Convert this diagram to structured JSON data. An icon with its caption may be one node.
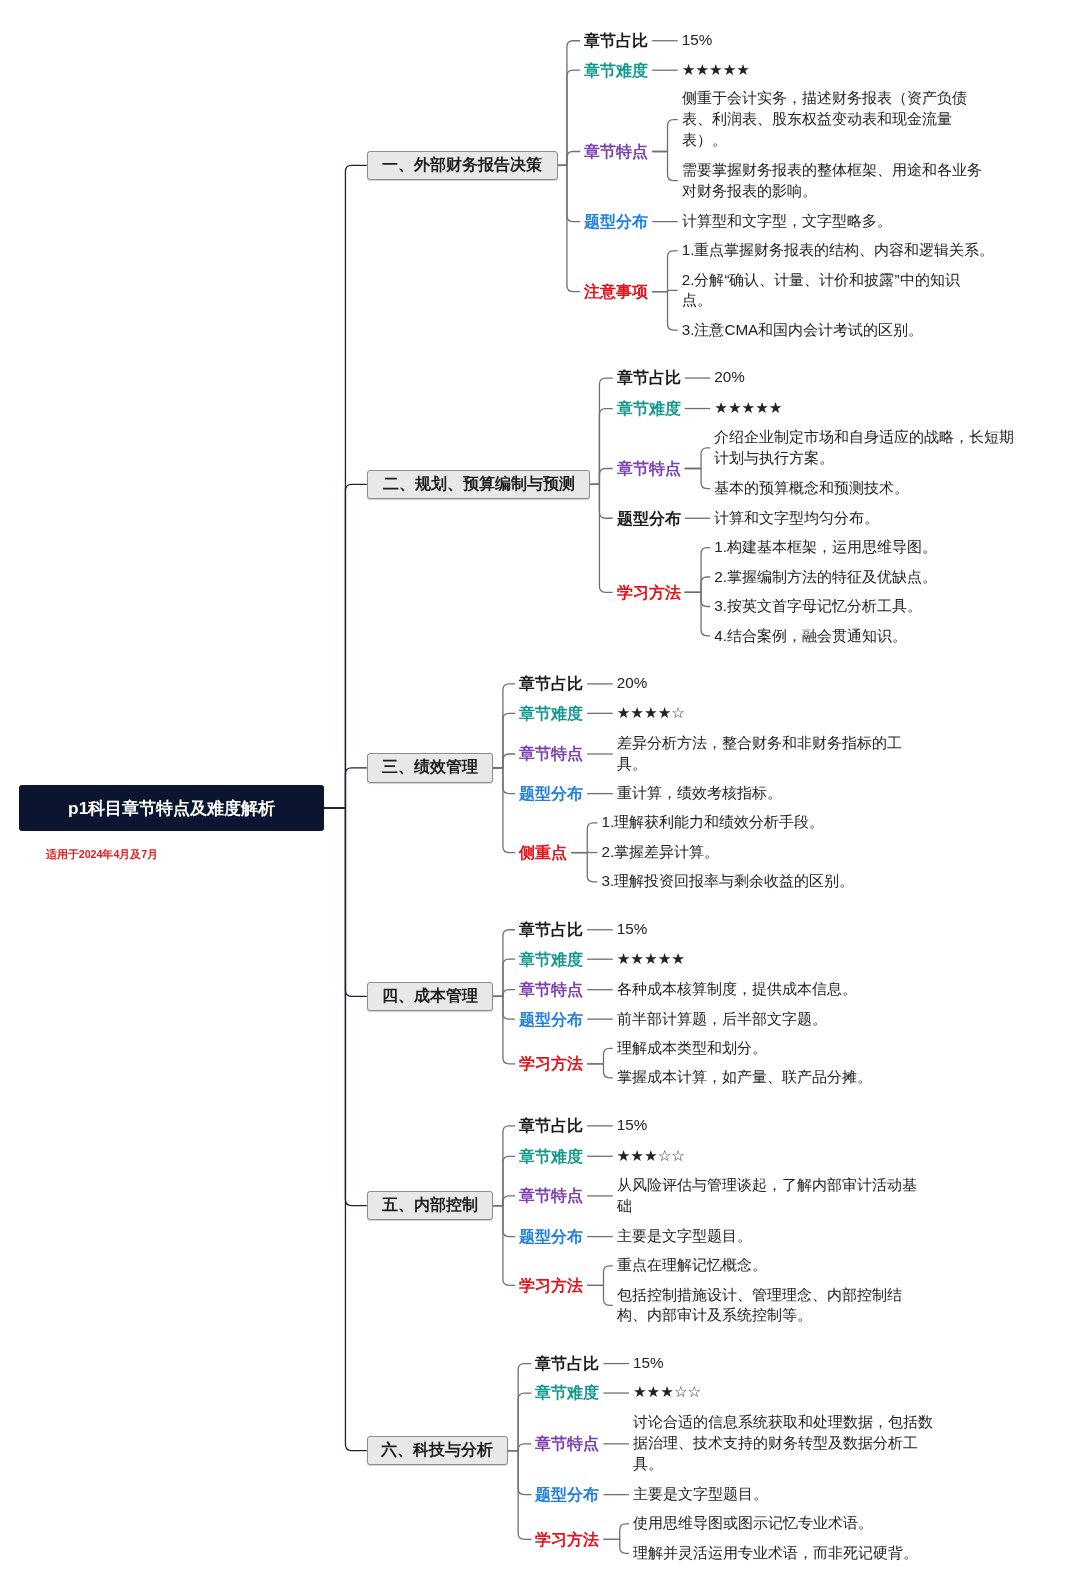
{
  "diagram": {
    "nodes": [
      {
        "text": [
          "p1科目章节特点及难度解析"
        ],
        "beside": [
          "适用于2024年4月及7月"
        ]
      },
      {
        "text": [
          "一、外部财务报告决策"
        ]
      },
      {
        "text": [
          "章节占比"
        ]
      },
      {
        "text": [
          "15%"
        ]
      },
      {
        "text": [
          "章节难度"
        ]
      },
      {
        "text": [
          "★★★★★"
        ]
      },
      {
        "text": [
          "章节特点"
        ]
      },
      {
        "text": [
          "侧重于会计实务，描述财务报表（资产负债表、利润表、股东权益变动表和现金流量表）。"
        ]
      },
      {
        "text": [
          "需要掌握财务报表的整体框架、用途和各业务对财务报表的影响。"
        ]
      },
      {
        "text": [
          "题型分布"
        ]
      },
      {
        "text": [
          "计算型和文字型，文字型略多。"
        ]
      },
      {
        "text": [
          "注意事项"
        ]
      },
      {
        "text": [
          "1.重点掌握财务报表的结构、内容和逻辑关系。"
        ]
      },
      {
        "text": [
          "2.分解“确认、计量、计价和披露”中的知识点。"
        ]
      },
      {
        "text": [
          "3.注意CMA和国内会计考试的区别。"
        ]
      },
      {
        "text": [
          "二、规划、预算编制与预测"
        ]
      },
      {
        "text": [
          "章节占比"
        ]
      },
      {
        "text": [
          "20%"
        ]
      },
      {
        "text": [
          "章节难度"
        ]
      },
      {
        "text": [
          "★★★★★"
        ]
      },
      {
        "text": [
          "章节特点"
        ]
      },
      {
        "text": [
          "介绍企业制定市场和自身适应的战略，长短期计划与执行方案。"
        ]
      },
      {
        "text": [
          "基本的预算概念和预测技术。"
        ]
      },
      {
        "text": [
          "题型分布"
        ]
      },
      {
        "text": [
          "计算和文字型均匀分布。"
        ]
      },
      {
        "text": [
          "学习方法"
        ]
      },
      {
        "text": [
          "1.构建基本框架，运用思维导图。"
        ]
      },
      {
        "text": [
          "2.掌握编制方法的特征及优缺点。"
        ]
      },
      {
        "text": [
          "3.按英文首字母记忆分析工具。"
        ]
      },
      {
        "text": [
          "4.结合案例，融会贯通知识。"
        ]
      },
      {
        "text": [
          "三、绩效管理"
        ]
      },
      {
        "text": [
          "章节占比"
        ]
      },
      {
        "text": [
          "20%"
        ]
      },
      {
        "text": [
          "章节难度"
        ]
      },
      {
        "text": [
          "★★★★☆"
        ]
      },
      {
        "text": [
          "章节特点"
        ]
      },
      {
        "text": [
          "差异分析方法，整合财务和非财务指标的工具。"
        ]
      },
      {
        "text": [
          "题型分布"
        ]
      },
      {
        "text": [
          "重计算，绩效考核指标。"
        ]
      },
      {
        "text": [
          "侧重点"
        ]
      },
      {
        "text": [
          "1.理解获利能力和绩效分析手段。"
        ]
      },
      {
        "text": [
          "2.掌握差异计算。"
        ]
      },
      {
        "text": [
          "3.理解投资回报率与剩余收益的区别。"
        ]
      },
      {
        "text": [
          "四、成本管理"
        ]
      },
      {
        "text": [
          "章节占比"
        ]
      },
      {
        "text": [
          "15%"
        ]
      },
      {
        "text": [
          "章节难度"
        ]
      },
      {
        "text": [
          "★★★★★"
        ]
      },
      {
        "text": [
          "章节特点"
        ]
      },
      {
        "text": [
          "各种成本核算制度，提供成本信息。"
        ]
      },
      {
        "text": [
          "题型分布"
        ]
      },
      {
        "text": [
          "前半部计算题，后半部文字题。"
        ]
      },
      {
        "text": [
          "学习方法"
        ]
      },
      {
        "text": [
          "理解成本类型和划分。"
        ]
      },
      {
        "text": [
          "掌握成本计算，如产量、联产品分摊。"
        ]
      },
      {
        "text": [
          "五、内部控制"
        ]
      },
      {
        "text": [
          "章节占比"
        ]
      },
      {
        "text": [
          "15%"
        ]
      },
      {
        "text": [
          "章节难度"
        ]
      },
      {
        "text": [
          "★★★☆☆"
        ]
      },
      {
        "text": [
          "章节特点"
        ]
      },
      {
        "text": [
          "从风险评估与管理谈起，了解内部审计活动基础"
        ]
      },
      {
        "text": [
          "题型分布"
        ]
      },
      {
        "text": [
          "主要是文字型题目。"
        ]
      },
      {
        "text": [
          "学习方法"
        ]
      },
      {
        "text": [
          "重点在理解记忆概念。"
        ]
      },
      {
        "text": [
          "包括控制措施设计、管理理念、内部控制结构、内部审计及系统控制等。"
        ]
      },
      {
        "text": [
          "六、科技与分析"
        ]
      },
      {
        "text": [
          "章节占比"
        ]
      },
      {
        "text": [
          "15%"
        ]
      },
      {
        "text": [
          "章节难度"
        ]
      },
      {
        "text": [
          "★★★☆☆"
        ]
      },
      {
        "text": [
          "章节特点"
        ]
      },
      {
        "text": [
          "讨论合适的信息系统获取和处理数据，包括数据治理、技术支持的财务转型及数据分析工具。"
        ]
      },
      {
        "text": [
          "题型分布"
        ]
      },
      {
        "text": [
          "主要是文字型题目。"
        ]
      },
      {
        "text": [
          "学习方法"
        ]
      },
      {
        "text": [
          "使用思维导图或图示记忆专业术语。"
        ]
      },
      {
        "text": [
          "理解并灵活运用专业术语，而非死记硬背。"
        ]
      }
    ],
    "edges": [
      {
        "from": 0,
        "to": 1,
        "arrow": "none",
        "color": "#1c2338"
      },
      {
        "from": 0,
        "to": 15,
        "arrow": "none",
        "color": "#1c2338"
      },
      {
        "from": 0,
        "to": 30,
        "arrow": "none",
        "color": "#1c2338"
      },
      {
        "from": 0,
        "to": 43,
        "arrow": "none",
        "color": "#1c2338"
      },
      {
        "from": 0,
        "to": 55,
        "arrow": "none",
        "color": "#1c2338"
      },
      {
        "from": 0,
        "to": 67,
        "arrow": "none",
        "color": "#1c2338"
      },
      {
        "from": 1,
        "to": 2,
        "arrow": "none"
      },
      {
        "from": 2,
        "to": 3,
        "arrow": "none"
      },
      {
        "from": 1,
        "to": 4,
        "arrow": "none"
      },
      {
        "from": 4,
        "to": 5,
        "arrow": "none"
      },
      {
        "from": 1,
        "to": 6,
        "arrow": "none"
      },
      {
        "from": 6,
        "to": 7,
        "arrow": "none"
      },
      {
        "from": 6,
        "to": 8,
        "arrow": "none"
      },
      {
        "from": 1,
        "to": 9,
        "arrow": "none"
      },
      {
        "from": 9,
        "to": 10,
        "arrow": "none"
      },
      {
        "from": 1,
        "to": 11,
        "arrow": "none"
      },
      {
        "from": 11,
        "to": 12,
        "arrow": "none"
      },
      {
        "from": 11,
        "to": 13,
        "arrow": "none"
      },
      {
        "from": 11,
        "to": 14,
        "arrow": "none"
      },
      {
        "from": 15,
        "to": 16,
        "arrow": "none"
      },
      {
        "from": 16,
        "to": 17,
        "arrow": "none"
      },
      {
        "from": 15,
        "to": 18,
        "arrow": "none"
      },
      {
        "from": 18,
        "to": 19,
        "arrow": "none"
      },
      {
        "from": 15,
        "to": 20,
        "arrow": "none"
      },
      {
        "from": 20,
        "to": 21,
        "arrow": "none"
      },
      {
        "from": 20,
        "to": 22,
        "arrow": "none"
      },
      {
        "from": 15,
        "to": 23,
        "arrow": "none"
      },
      {
        "from": 23,
        "to": 24,
        "arrow": "none"
      },
      {
        "from": 15,
        "to": 25,
        "arrow": "none"
      },
      {
        "from": 25,
        "to": 26,
        "arrow": "none"
      },
      {
        "from": 25,
        "to": 27,
        "arrow": "none"
      },
      {
        "from": 25,
        "to": 28,
        "arrow": "none"
      },
      {
        "from": 25,
        "to": 29,
        "arrow": "none"
      },
      {
        "from": 30,
        "to": 31,
        "arrow": "none"
      },
      {
        "from": 31,
        "to": 32,
        "arrow": "none"
      },
      {
        "from": 30,
        "to": 33,
        "arrow": "none"
      },
      {
        "from": 33,
        "to": 34,
        "arrow": "none"
      },
      {
        "from": 30,
        "to": 35,
        "arrow": "none"
      },
      {
        "from": 35,
        "to": 36,
        "arrow": "none"
      },
      {
        "from": 30,
        "to": 37,
        "arrow": "none"
      },
      {
        "from": 37,
        "to": 38,
        "arrow": "none"
      },
      {
        "from": 30,
        "to": 39,
        "arrow": "none"
      },
      {
        "from": 39,
        "to": 40,
        "arrow": "none"
      },
      {
        "from": 39,
        "to": 41,
        "arrow": "none"
      },
      {
        "from": 39,
        "to": 42,
        "arrow": "none"
      },
      {
        "from": 43,
        "to": 44,
        "arrow": "none"
      },
      {
        "from": 44,
        "to": 45,
        "arrow": "none"
      },
      {
        "from": 43,
        "to": 46,
        "arrow": "none"
      },
      {
        "from": 46,
        "to": 47,
        "arrow": "none"
      },
      {
        "from": 43,
        "to": 48,
        "arrow": "none"
      },
      {
        "from": 48,
        "to": 49,
        "arrow": "none"
      },
      {
        "from": 43,
        "to": 50,
        "arrow": "none"
      },
      {
        "from": 50,
        "to": 51,
        "arrow": "none"
      },
      {
        "from": 43,
        "to": 52,
        "arrow": "none"
      },
      {
        "from": 52,
        "to": 53,
        "arrow": "none"
      },
      {
        "from": 52,
        "to": 54,
        "arrow": "none"
      },
      {
        "from": 55,
        "to": 56,
        "arrow": "none"
      },
      {
        "from": 56,
        "to": 57,
        "arrow": "none"
      },
      {
        "from": 55,
        "to": 58,
        "arrow": "none"
      },
      {
        "from": 58,
        "to": 59,
        "arrow": "none"
      },
      {
        "from": 55,
        "to": 60,
        "arrow": "none"
      },
      {
        "from": 60,
        "to": 61,
        "arrow": "none"
      },
      {
        "from": 55,
        "to": 62,
        "arrow": "none"
      },
      {
        "from": 62,
        "to": 63,
        "arrow": "none"
      },
      {
        "from": 55,
        "to": 64,
        "arrow": "none"
      },
      {
        "from": 64,
        "to": 65,
        "arrow": "none"
      },
      {
        "from": 64,
        "to": 66,
        "arrow": "none"
      },
      {
        "from": 67,
        "to": 68,
        "arrow": "none"
      },
      {
        "from": 68,
        "to": 69,
        "arrow": "none"
      },
      {
        "from": 67,
        "to": 70,
        "arrow": "none"
      },
      {
        "from": 70,
        "to": 71,
        "arrow": "none"
      },
      {
        "from": 67,
        "to": 72,
        "arrow": "none"
      },
      {
        "from": 72,
        "to": 73,
        "arrow": "none"
      },
      {
        "from": 67,
        "to": 74,
        "arrow": "none"
      },
      {
        "from": 74,
        "to": 75,
        "arrow": "none"
      },
      {
        "from": 67,
        "to": 76,
        "arrow": "none"
      },
      {
        "from": 76,
        "to": 77,
        "arrow": "none"
      },
      {
        "from": 76,
        "to": 78,
        "arrow": "none"
      }
    ]
  }
}
